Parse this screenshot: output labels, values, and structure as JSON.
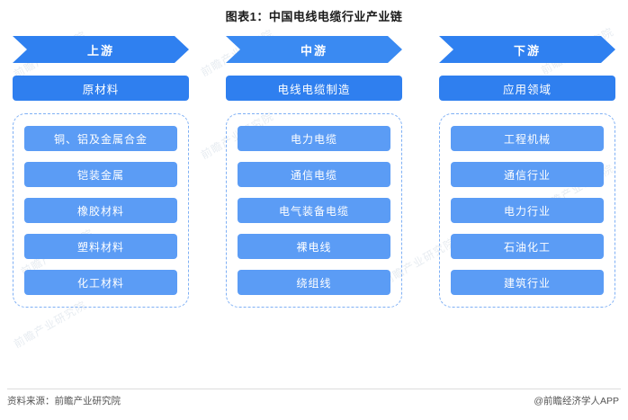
{
  "title": "图表1：中国电线电缆行业产业链",
  "columns": [
    {
      "banner": "上游",
      "section": "原材料",
      "items": [
        "铜、铝及金属合金",
        "铠装金属",
        "橡胶材料",
        "塑料材料",
        "化工材料"
      ]
    },
    {
      "banner": "中游",
      "section": "电线电缆制造",
      "items": [
        "电力电缆",
        "通信电缆",
        "电气装备电缆",
        "裸电线",
        "绕组线"
      ]
    },
    {
      "banner": "下游",
      "section": "应用领域",
      "items": [
        "工程机械",
        "通信行业",
        "电力行业",
        "石油化工",
        "建筑行业"
      ]
    }
  ],
  "footer": {
    "source": "资料来源：前瞻产业研究院",
    "credit": "@前瞻经济学人APP"
  },
  "watermarks": [
    "前瞻产业研究院",
    "前瞻产业研究院",
    "前瞻产业研究院",
    "前瞻产业研究院",
    "前瞻产业研究院",
    "前瞻产业研究院",
    "前瞻产业研究院",
    "前瞻产业研究院"
  ],
  "colors": {
    "banner": "#2f80f0",
    "section": "#2f7fef",
    "item": "#5b9cf5",
    "dashed_border": "#7fb0f5"
  }
}
